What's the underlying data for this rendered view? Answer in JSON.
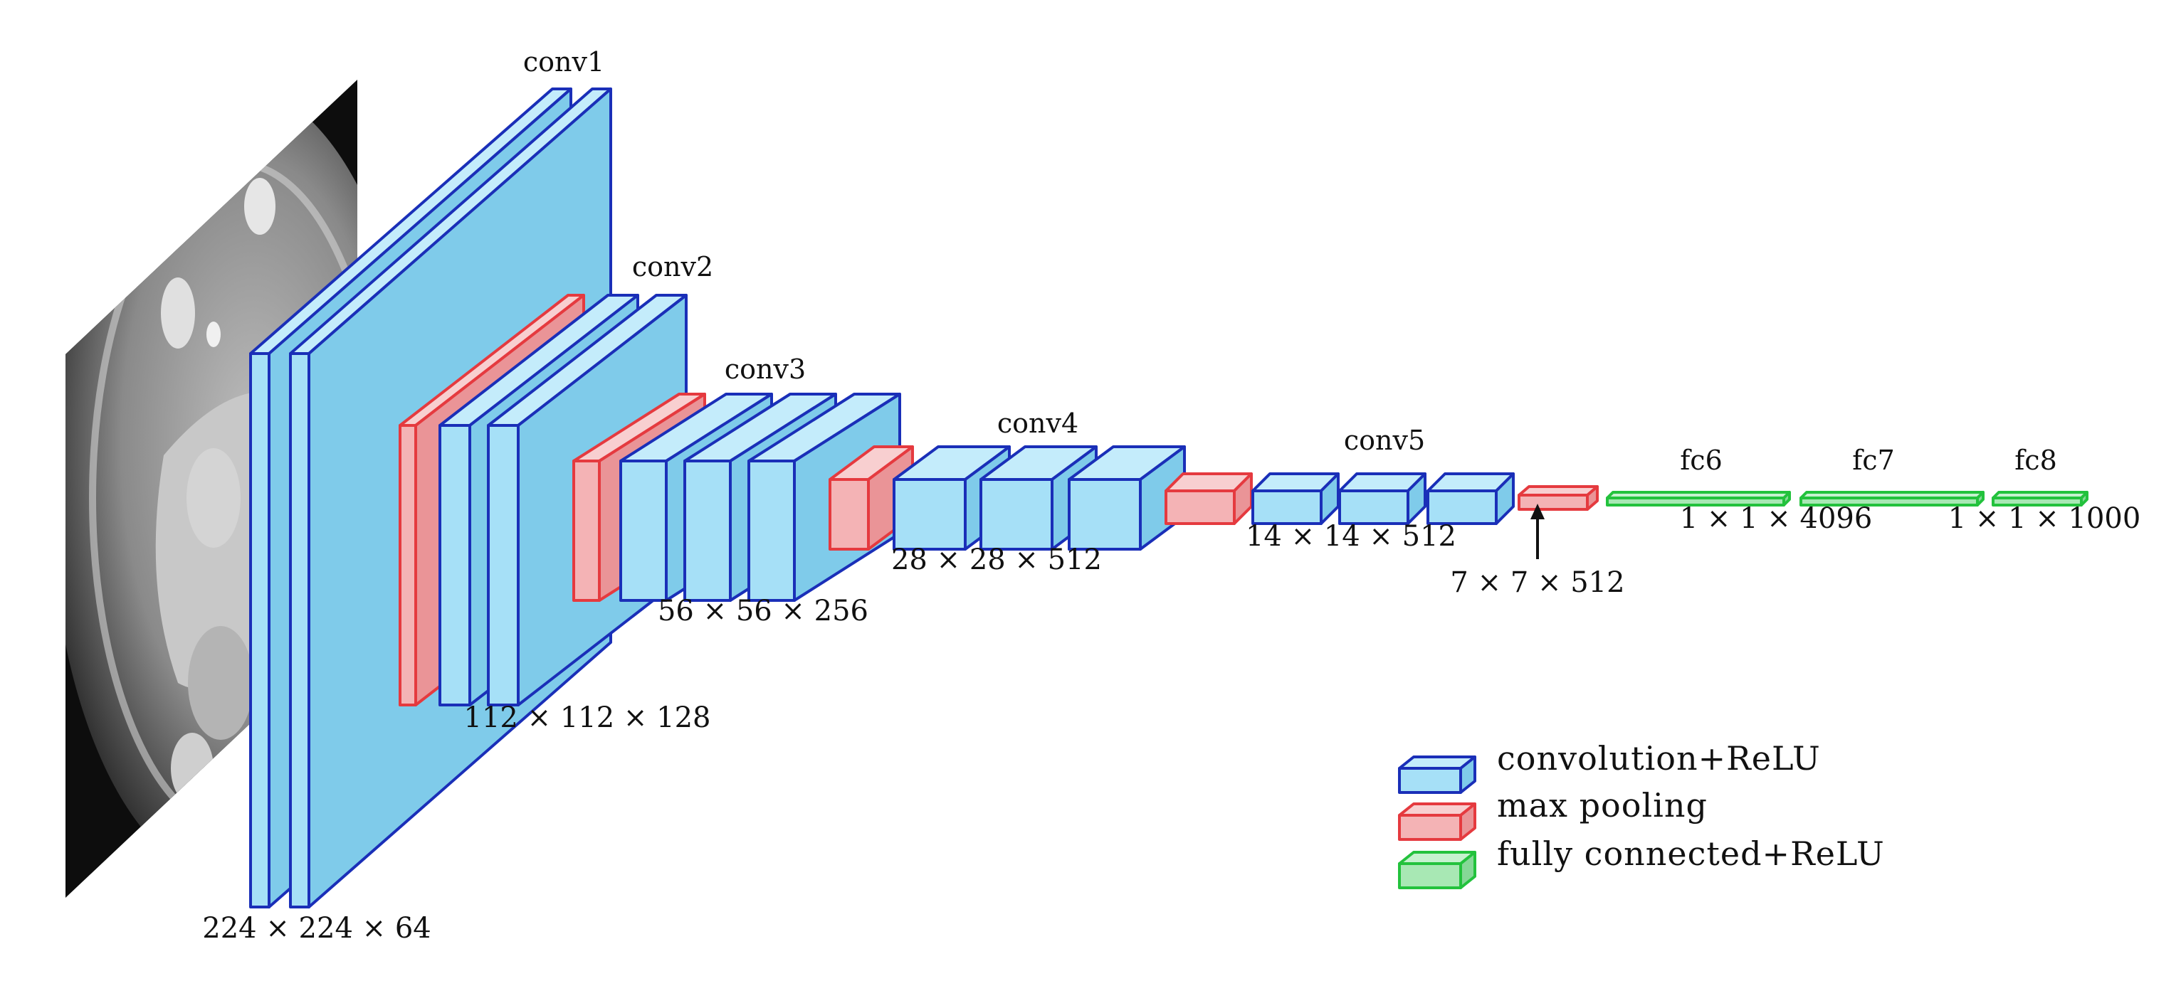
{
  "colors": {
    "conv_fill": "#a6e0f7",
    "conv_top": "#c4ecfb",
    "conv_side": "#7fcbea",
    "conv_stroke": "#1a2fb8",
    "pool_fill": "#f4b3b5",
    "pool_top": "#f8cfd0",
    "pool_side": "#ea9497",
    "pool_stroke": "#e53a3f",
    "fc_fill": "#a8e8b4",
    "fc_top": "#c6f2cf",
    "fc_side": "#86d897",
    "fc_stroke": "#23c23d"
  },
  "labels": {
    "conv1": "conv1",
    "conv2": "conv2",
    "conv3": "conv3",
    "conv4": "conv4",
    "conv5": "conv5",
    "fc6": "fc6",
    "fc7": "fc7",
    "fc8": "fc8"
  },
  "dims": {
    "d224": "224 × 224 × 64",
    "d112": "112 × 112 × 128",
    "d56": "56 × 56 × 256",
    "d28": "28 × 28 × 512",
    "d14": "14 × 14 × 512",
    "d7": "7 × 7 × 512",
    "dfc67": "1 × 1 × 4096",
    "dfc8": "1 × 1 × 1000"
  },
  "legend": {
    "conv": "convolution+ReLU",
    "pool": "max pooling",
    "fc": "fully connected+ReLU"
  }
}
